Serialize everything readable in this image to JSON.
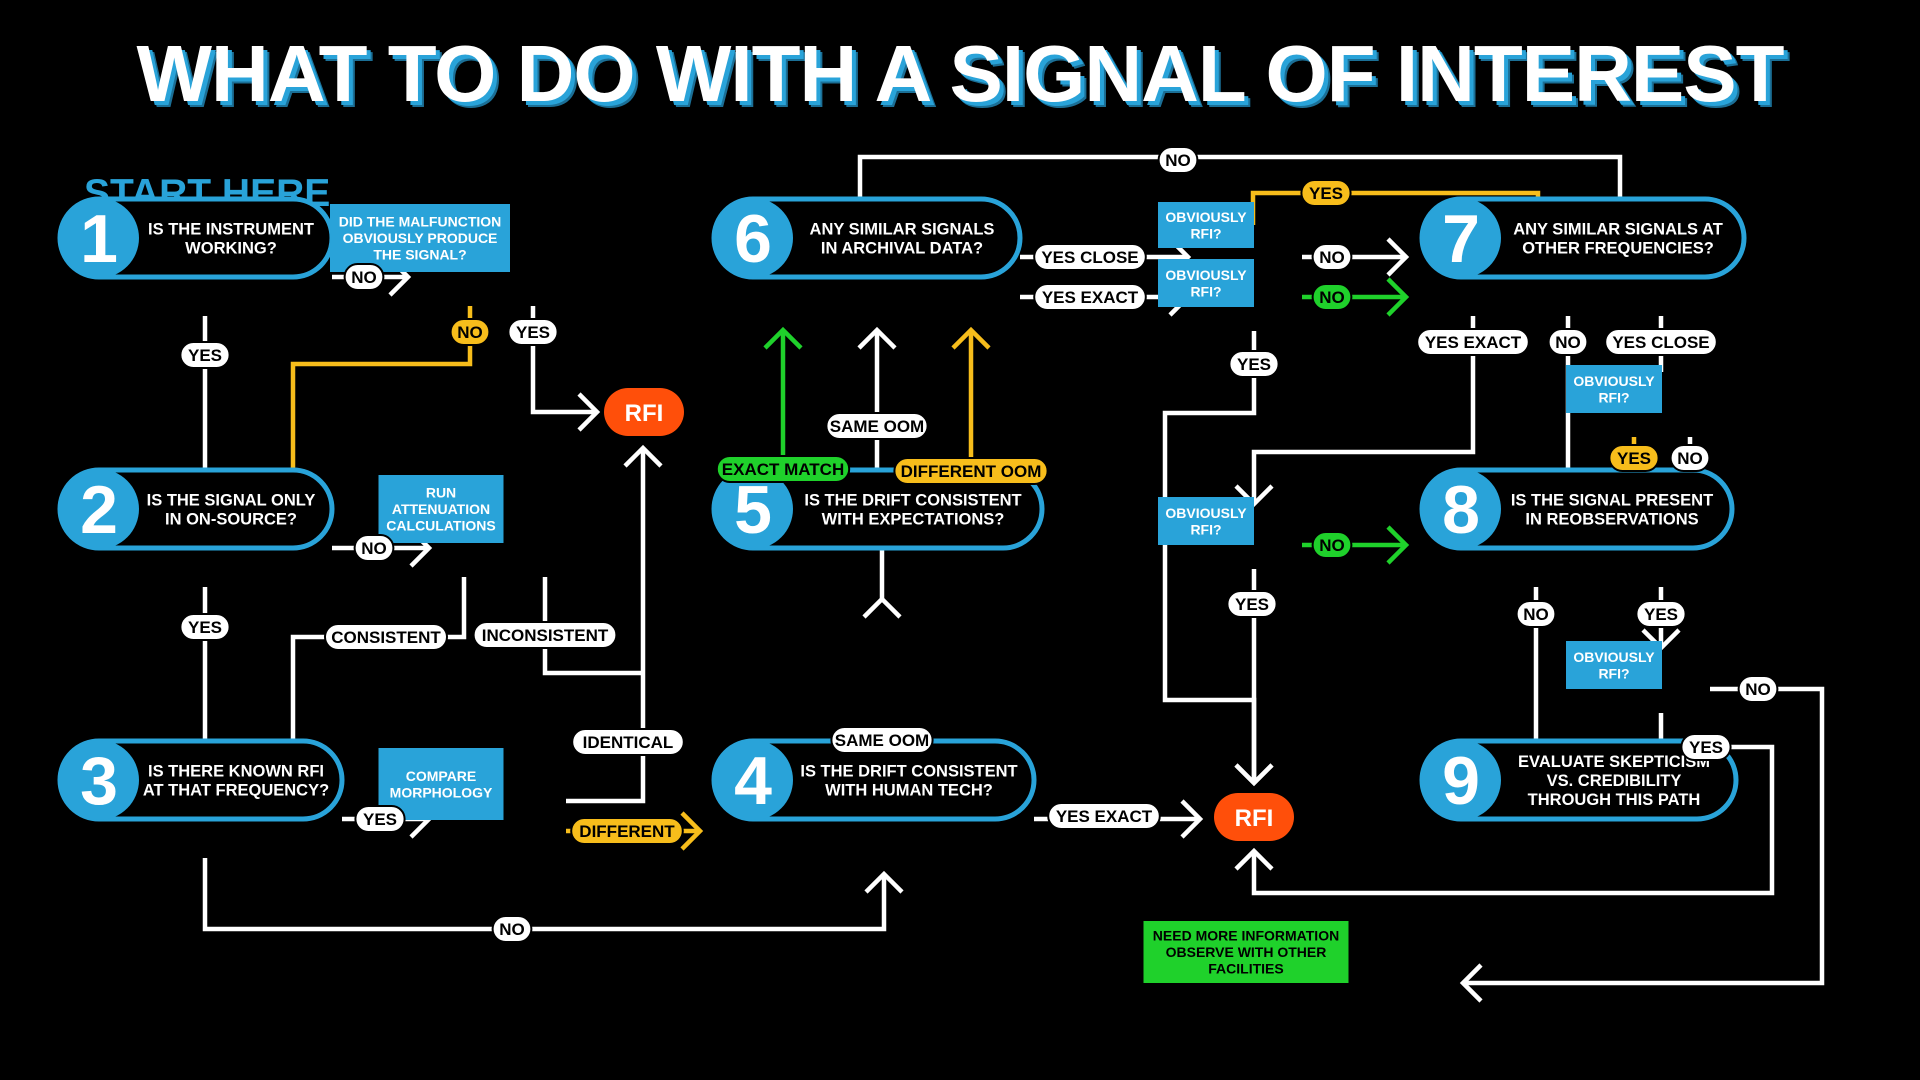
{
  "title": "WHAT TO DO WITH A SIGNAL OF INTEREST",
  "start_label": "START HERE",
  "colors": {
    "accent": "#29a3d9",
    "rfi": "#ff4f0a",
    "yellow": "#f7bd1b",
    "green": "#1fd12b",
    "background": "#000000",
    "line": "#ffffff"
  },
  "nodes": [
    {
      "id": "n1",
      "number": "1",
      "lines": [
        "IS THE INSTRUMENT",
        "WORKING?"
      ]
    },
    {
      "id": "n2",
      "number": "2",
      "lines": [
        "IS THE SIGNAL ONLY",
        "IN ON-SOURCE?"
      ]
    },
    {
      "id": "n3",
      "number": "3",
      "lines": [
        "IS THERE KNOWN RFI",
        "AT THAT FREQUENCY?"
      ]
    },
    {
      "id": "n4",
      "number": "4",
      "lines": [
        "IS THE DRIFT CONSISTENT",
        "WITH HUMAN TECH?"
      ]
    },
    {
      "id": "n5",
      "number": "5",
      "lines": [
        "IS THE DRIFT CONSISTENT",
        "WITH EXPECTATIONS?"
      ]
    },
    {
      "id": "n6",
      "number": "6",
      "lines": [
        "ANY SIMILAR SIGNALS",
        "IN ARCHIVAL DATA?"
      ]
    },
    {
      "id": "n7",
      "number": "7",
      "lines": [
        "ANY SIMILAR SIGNALS AT",
        "OTHER FREQUENCIES?"
      ]
    },
    {
      "id": "n8",
      "number": "8",
      "lines": [
        "IS THE SIGNAL PRESENT",
        "IN REOBSERVATIONS"
      ]
    },
    {
      "id": "n9",
      "number": "9",
      "lines": [
        "EVALUATE SKEPTICISM",
        "VS. CREDIBILITY",
        "THROUGH THIS PATH"
      ]
    }
  ],
  "boxes": [
    {
      "id": "b-malfunction",
      "lines": [
        "DID THE MALFUNCTION",
        "OBVIOUSLY PRODUCE",
        "THE SIGNAL?"
      ]
    },
    {
      "id": "b-attenuation",
      "lines": [
        "RUN",
        "ATTENUATION",
        "CALCULATIONS"
      ]
    },
    {
      "id": "b-morphology",
      "lines": [
        "COMPARE",
        "MORPHOLOGY"
      ]
    },
    {
      "id": "b-rfi-6a",
      "lines": [
        "OBVIOUSLY",
        "RFI?"
      ]
    },
    {
      "id": "b-rfi-6b",
      "lines": [
        "OBVIOUSLY",
        "RFI?"
      ]
    },
    {
      "id": "b-rfi-7",
      "lines": [
        "OBVIOUSLY",
        "RFI?"
      ]
    },
    {
      "id": "b-rfi-mid",
      "lines": [
        "OBVIOUSLY",
        "RFI?"
      ]
    },
    {
      "id": "b-rfi-8",
      "lines": [
        "OBVIOUSLY",
        "RFI?"
      ]
    },
    {
      "id": "b-more-info",
      "lines": [
        "NEED MORE INFORMATION",
        "OBSERVE WITH OTHER",
        "FACILITIES"
      ]
    }
  ],
  "terminals": [
    {
      "id": "rfi-top",
      "label": "RFI"
    },
    {
      "id": "rfi-bottom",
      "label": "RFI"
    }
  ],
  "edge_labels": [
    {
      "id": "l1-no",
      "text": "NO"
    },
    {
      "id": "l1-yes",
      "text": "YES"
    },
    {
      "id": "lm-no",
      "text": "NO"
    },
    {
      "id": "lm-yes",
      "text": "YES"
    },
    {
      "id": "l2-no",
      "text": "NO"
    },
    {
      "id": "l2-yes",
      "text": "YES"
    },
    {
      "id": "la-consistent",
      "text": "CONSISTENT"
    },
    {
      "id": "la-inconsistent",
      "text": "INCONSISTENT"
    },
    {
      "id": "l3-yes",
      "text": "YES"
    },
    {
      "id": "l3-no",
      "text": "NO"
    },
    {
      "id": "lc-identical",
      "text": "IDENTICAL"
    },
    {
      "id": "lc-different",
      "text": "DIFFERENT"
    },
    {
      "id": "l4-sameoom",
      "text": "SAME OOM"
    },
    {
      "id": "l4-yesexact",
      "text": "YES EXACT"
    },
    {
      "id": "l5-exact",
      "text": "EXACT MATCH"
    },
    {
      "id": "l5-sameoom",
      "text": "SAME OOM"
    },
    {
      "id": "l5-diffoom",
      "text": "DIFFERENT OOM"
    },
    {
      "id": "l6-yesclose",
      "text": "YES CLOSE"
    },
    {
      "id": "l6-yesexact",
      "text": "YES EXACT"
    },
    {
      "id": "l6-no",
      "text": "NO"
    },
    {
      "id": "lr6a-yes",
      "text": "YES"
    },
    {
      "id": "lr6a-no",
      "text": "NO"
    },
    {
      "id": "lr6b-no",
      "text": "NO"
    },
    {
      "id": "lr6b-yes",
      "text": "YES"
    },
    {
      "id": "l7-yesexact",
      "text": "YES EXACT"
    },
    {
      "id": "l7-no",
      "text": "NO"
    },
    {
      "id": "l7-yesclose",
      "text": "YES CLOSE"
    },
    {
      "id": "lr7-yes",
      "text": "YES"
    },
    {
      "id": "lr7-no",
      "text": "NO"
    },
    {
      "id": "lrm-no",
      "text": "NO"
    },
    {
      "id": "lrm-yes",
      "text": "YES"
    },
    {
      "id": "l8-no",
      "text": "NO"
    },
    {
      "id": "l8-yes",
      "text": "YES"
    },
    {
      "id": "lr8-no",
      "text": "NO"
    },
    {
      "id": "lr8-yes",
      "text": "YES"
    }
  ]
}
